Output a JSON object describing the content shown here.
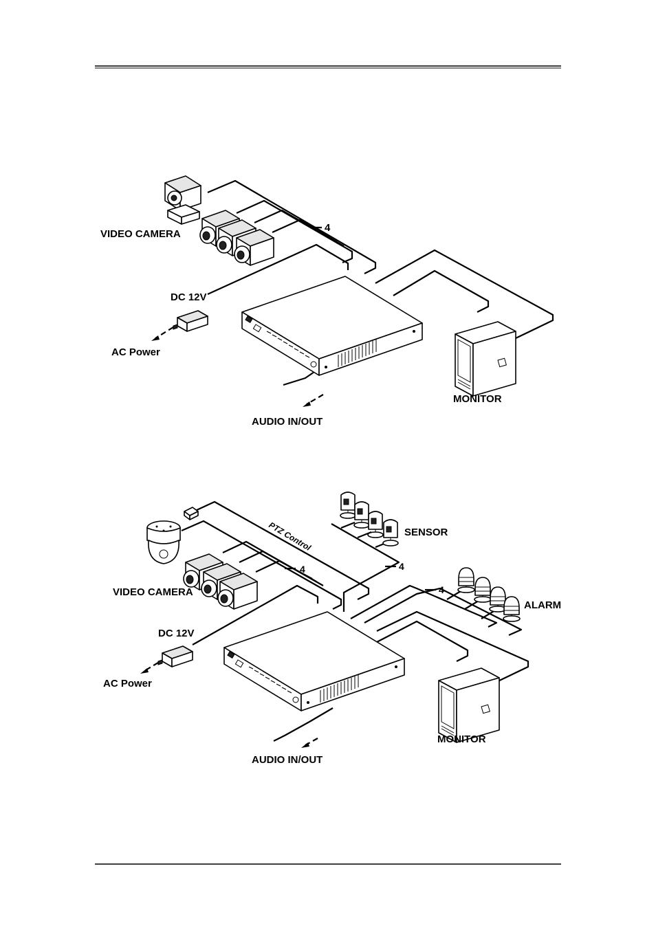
{
  "diagram_top": {
    "labels": {
      "video_camera": "VIDEO CAMERA",
      "dc": "DC 12V",
      "ac": "AC Power",
      "audio": "AUDIO IN/OUT",
      "monitor": "MONITOR",
      "bus_count": "4"
    }
  },
  "diagram_bottom": {
    "labels": {
      "video_camera": "VIDEO CAMERA",
      "dc": "DC 12V",
      "ac": "AC Power",
      "audio": "AUDIO IN/OUT",
      "monitor": "MONITOR",
      "sensor": "SENSOR",
      "alarm": "ALARM",
      "ptz": "PTZ Control",
      "camera_bus_count": "4",
      "sensor_bus_count": "4",
      "alarm_bus_count": "4"
    }
  }
}
